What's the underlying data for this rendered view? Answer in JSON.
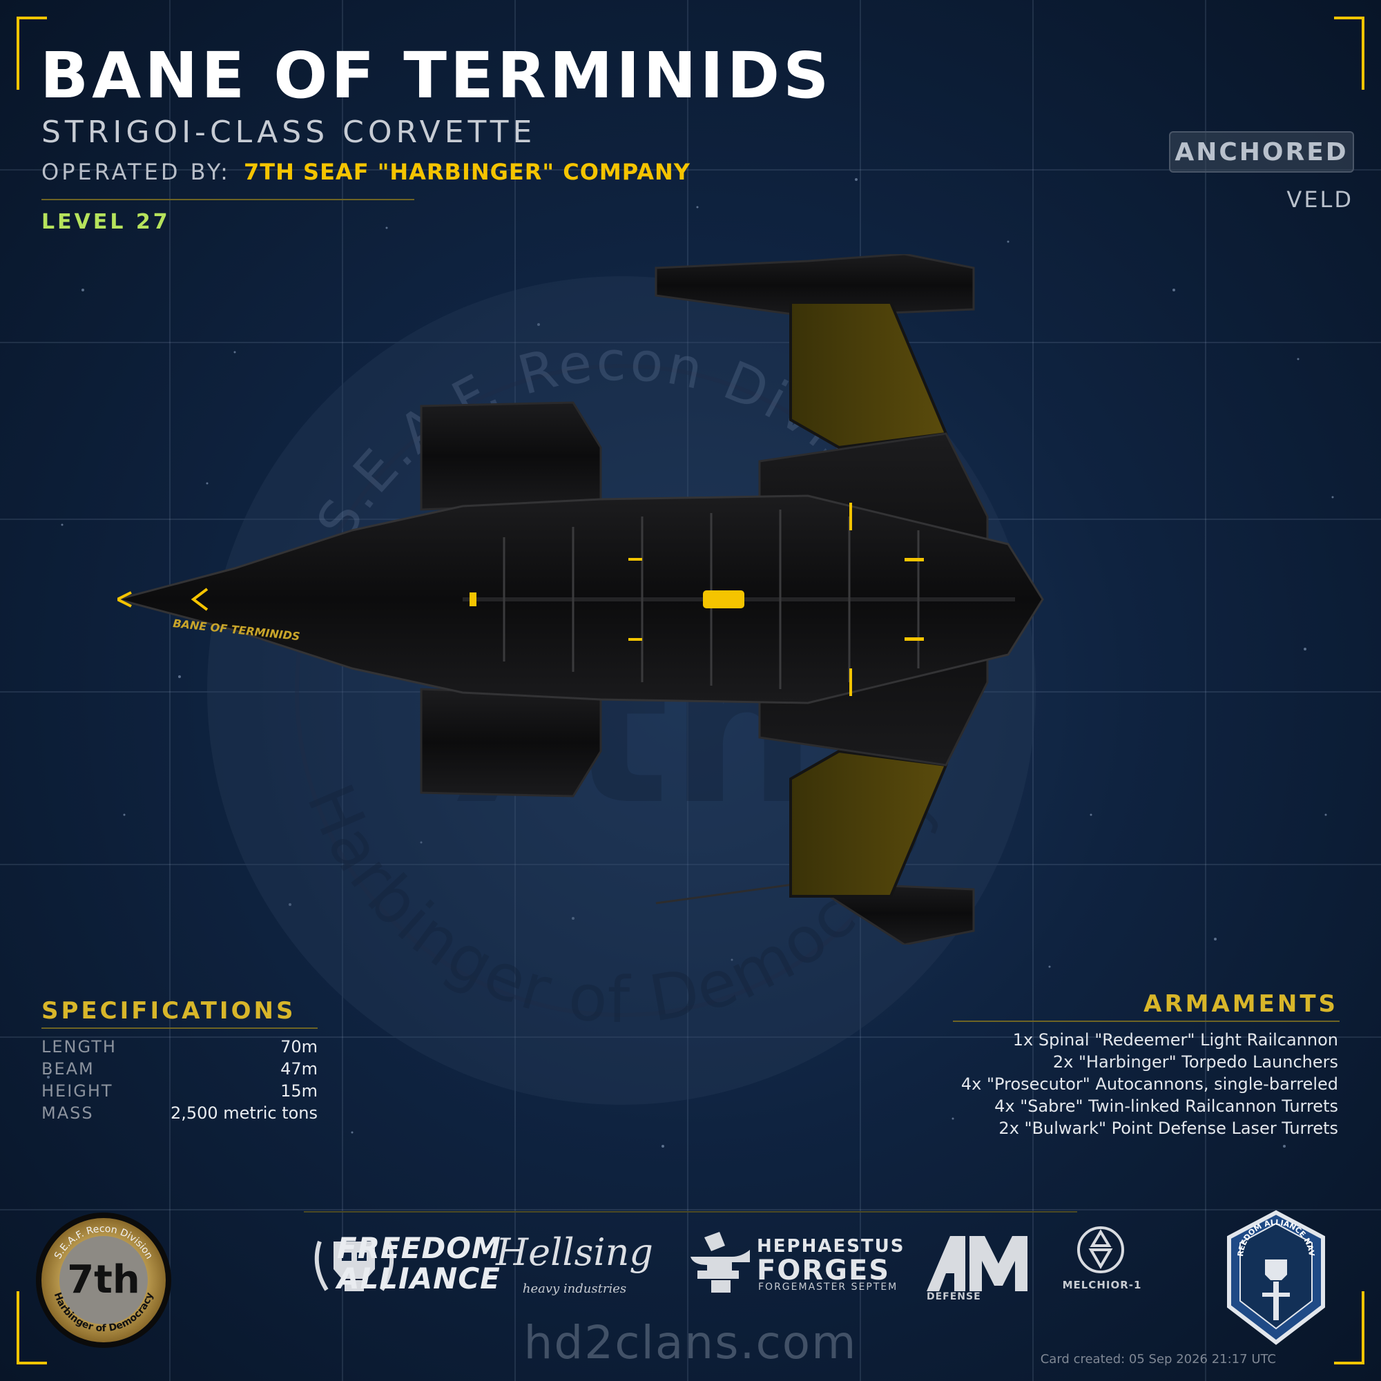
{
  "card": {
    "title": "BANE OF TERMINIDS",
    "subtitle": "STRIGOI-CLASS CORVETTE",
    "operated_label": "OPERATED BY:",
    "operated_value": "7TH SEAF \"HARBINGER\" COMPANY",
    "level": "LEVEL 27",
    "status": "ANCHORED",
    "planet": "VELD",
    "hull_text": "BANE OF TERMINIDS"
  },
  "watermark": {
    "top_text": "S.E.A.F. Recon Division",
    "center_text": "7th",
    "bottom_text": "Harbinger of Democracy"
  },
  "specifications": {
    "title": "SPECIFICATIONS",
    "rows": [
      {
        "label": "LENGTH",
        "value": "70m"
      },
      {
        "label": "BEAM",
        "value": "47m"
      },
      {
        "label": "HEIGHT",
        "value": "15m"
      },
      {
        "label": "MASS",
        "value": "2,500 metric tons"
      }
    ]
  },
  "armaments": {
    "title": "ARMAMENTS",
    "items": [
      "1x Spinal \"Redeemer\" Light Railcannon",
      "2x \"Harbinger\" Torpedo Launchers",
      "4x \"Prosecutor\" Autocannons, single-barreled",
      "4x \"Sabre\" Twin-linked Railcannon Turrets",
      "2x \"Bulwark\" Point Defense Laser Turrets"
    ]
  },
  "badge": {
    "top_text": "S.E.A.F. Recon Division",
    "center_text": "7th",
    "bottom_text": "Harbinger of Democracy"
  },
  "sponsors": {
    "freedom_alliance": {
      "line1": "FREEDOM",
      "line2": "ALLIANCE"
    },
    "hellsing": {
      "name": "Hellsing",
      "sub": "heavy industries"
    },
    "hephaestus": {
      "line1": "HEPHAESTUS",
      "line2": "FORGES",
      "line3": "FORGEMASTER SEPTEM"
    },
    "am": {
      "name": "AM",
      "sub": "DEFENSE"
    },
    "melchior": {
      "name": "MELCHIOR-1"
    },
    "navy": {
      "text": "FREEDOM ALLIANCE NAVY"
    }
  },
  "footer": {
    "site": "hd2clans.com",
    "created": "Card created: 05 Sep 2026 21:17 UTC"
  },
  "colors": {
    "accent": "#f5c400",
    "level": "#b6e35c",
    "background": "#0f2340"
  }
}
